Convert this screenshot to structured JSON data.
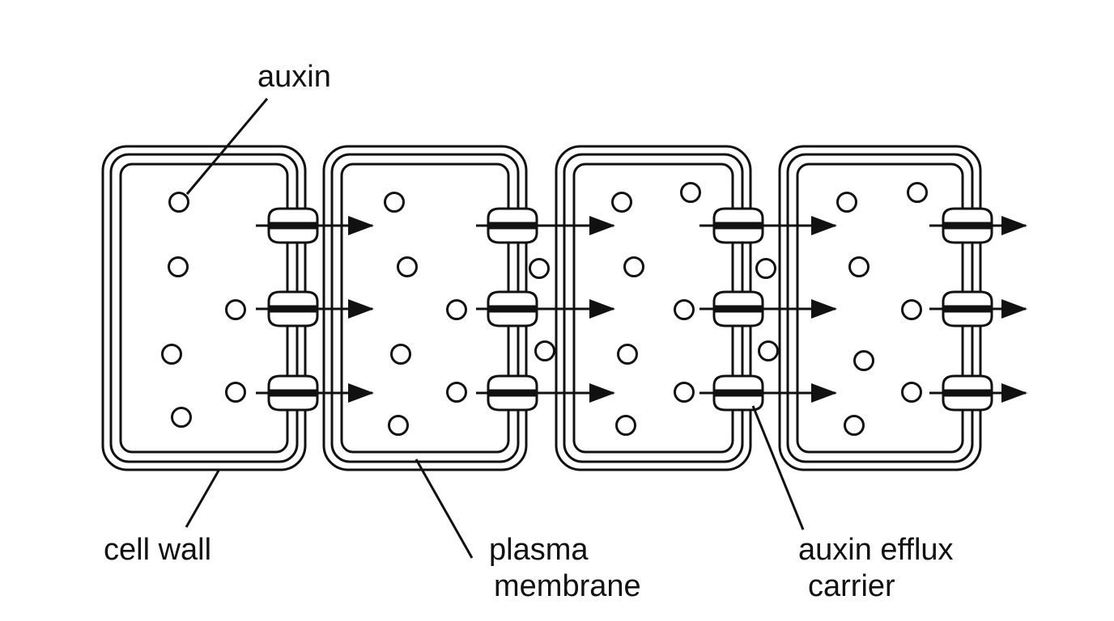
{
  "labels": {
    "auxin": "auxin",
    "cell_wall": "cell wall",
    "plasma_membrane_1": "plasma",
    "plasma_membrane_2": "membrane",
    "carrier_1": "auxin efflux",
    "carrier_2": "carrier"
  },
  "colors": {
    "stroke": "#111111",
    "background": "#ffffff"
  },
  "structure": {
    "cell_count": 4,
    "efflux_carriers_per_cell": 3,
    "flow_direction": "left-to-right"
  }
}
